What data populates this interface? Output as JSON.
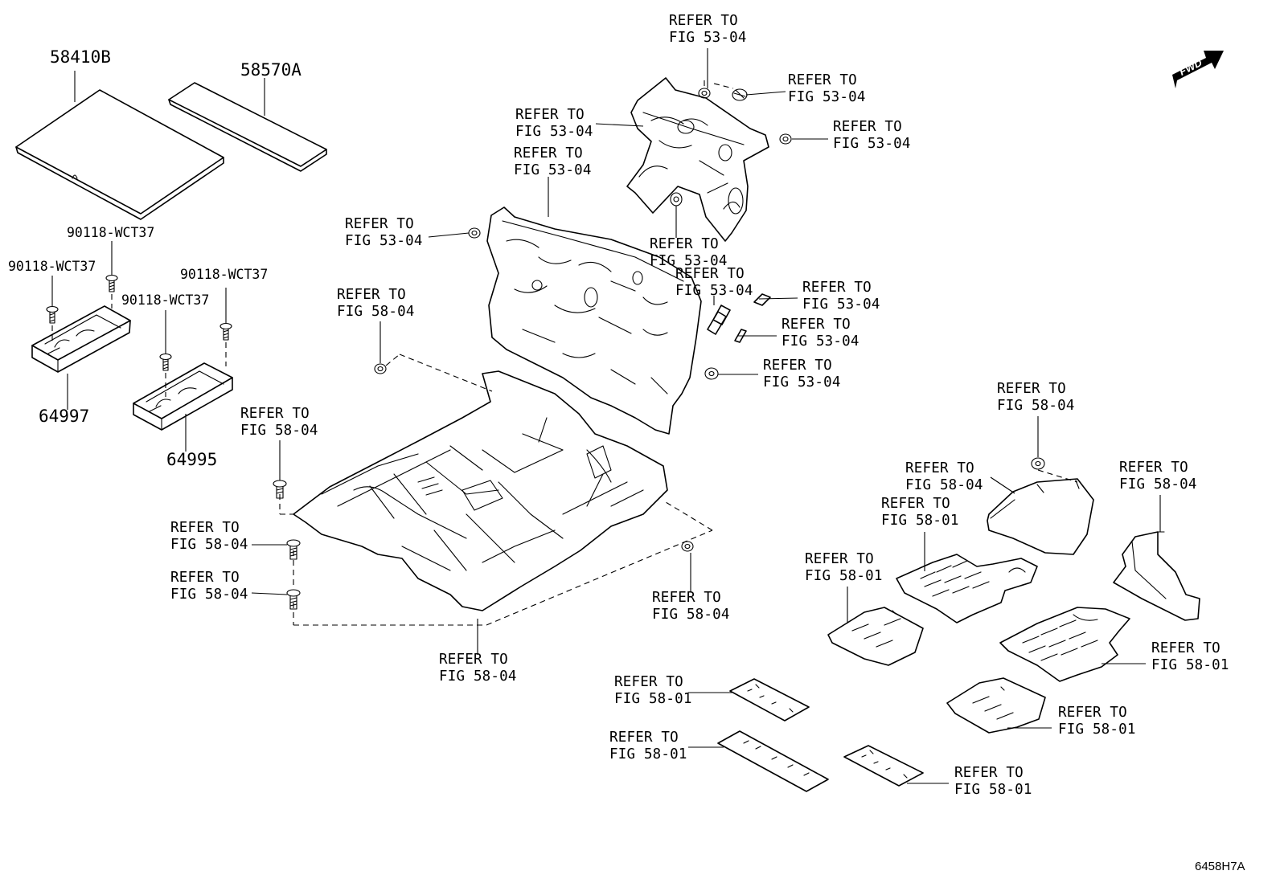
{
  "parts": {
    "p58410B": "58410B",
    "p58570A": "58570A",
    "p64997": "64997",
    "p64995": "64995",
    "bolt_a": "90118-WCT37",
    "bolt_b": "90118-WCT37",
    "bolt_c": "90118-WCT37",
    "bolt_d": "90118-WCT37"
  },
  "refs": {
    "r01": {
      "line1": "REFER TO",
      "line2": "FIG 53-04"
    },
    "r02": {
      "line1": "REFER TO",
      "line2": "FIG 53-04"
    },
    "r03": {
      "line1": "REFER TO",
      "line2": "FIG 53-04"
    },
    "r04": {
      "line1": "REFER TO",
      "line2": "FIG 53-04"
    },
    "r05": {
      "line1": "REFER TO",
      "line2": "FIG 53-04"
    },
    "r06": {
      "line1": "REFER TO",
      "line2": "FIG 53-04"
    },
    "r07": {
      "line1": "REFER TO",
      "line2": "FIG 53-04"
    },
    "r08": {
      "line1": "REFER TO",
      "line2": "FIG 53-04"
    },
    "r09": {
      "line1": "REFER TO",
      "line2": "FIG 53-04"
    },
    "r10": {
      "line1": "REFER TO",
      "line2": "FIG 53-04"
    },
    "r11": {
      "line1": "REFER TO",
      "line2": "FIG 53-04"
    },
    "r12": {
      "line1": "REFER TO",
      "line2": "FIG 58-04"
    },
    "r13": {
      "line1": "REFER TO",
      "line2": "FIG 58-04"
    },
    "r14": {
      "line1": "REFER TO",
      "line2": "FIG 58-04"
    },
    "r15": {
      "line1": "REFER TO",
      "line2": "FIG 58-04"
    },
    "r16": {
      "line1": "REFER TO",
      "line2": "FIG 58-04"
    },
    "r17": {
      "line1": "REFER TO",
      "line2": "FIG 58-04"
    },
    "r18": {
      "line1": "REFER TO",
      "line2": "FIG 58-04"
    },
    "r19": {
      "line1": "REFER TO",
      "line2": "FIG 58-04"
    },
    "r20": {
      "line1": "REFER TO",
      "line2": "FIG 58-04"
    },
    "r21": {
      "line1": "REFER TO",
      "line2": "FIG 58-01"
    },
    "r22": {
      "line1": "REFER TO",
      "line2": "FIG 58-01"
    },
    "r23": {
      "line1": "REFER TO",
      "line2": "FIG 58-01"
    },
    "r24": {
      "line1": "REFER TO",
      "line2": "FIG 58-01"
    },
    "r25": {
      "line1": "REFER TO",
      "line2": "FIG 58-01"
    },
    "r26": {
      "line1": "REFER TO",
      "line2": "FIG 58-01"
    },
    "r27": {
      "line1": "REFER TO",
      "line2": "FIG 58-01"
    }
  },
  "fwd_label": "FWD",
  "diagram_code": "6458H7A",
  "icons": {
    "direction": "fwd-arrow-icon",
    "fastener": "clip-icon",
    "screw": "screw-icon"
  }
}
